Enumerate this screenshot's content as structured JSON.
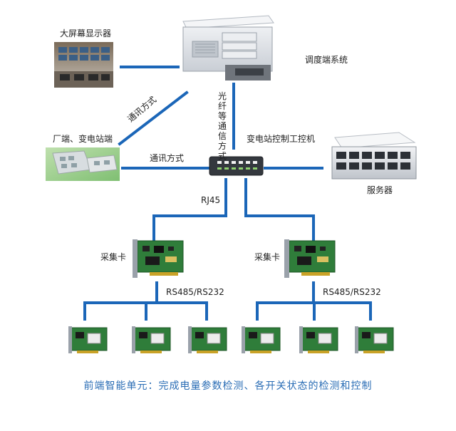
{
  "labels": {
    "big_screen": "大屏幕显示器",
    "dispatch_system": "调度端系统",
    "comm_mode_diag": "通讯方式",
    "fiber_comm": "光纤等通信方式",
    "factory_station": "厂端、变电站端",
    "substation_ipc": "变电站控制工控机",
    "comm_mode": "通讯方式",
    "server": "服务器",
    "rj45": "RJ45",
    "acq_card_left": "采集卡",
    "acq_card_right": "采集卡",
    "rs_left": "RS485/RS232",
    "rs_right": "RS485/RS232"
  },
  "caption": "前端智能单元：完成电量参数检测、各开关状态的检测和控制",
  "colors": {
    "line": "#1b66b8",
    "caption": "#2a6db5",
    "pcb": "#2f7d3a",
    "chassis": "#d9dde2"
  }
}
